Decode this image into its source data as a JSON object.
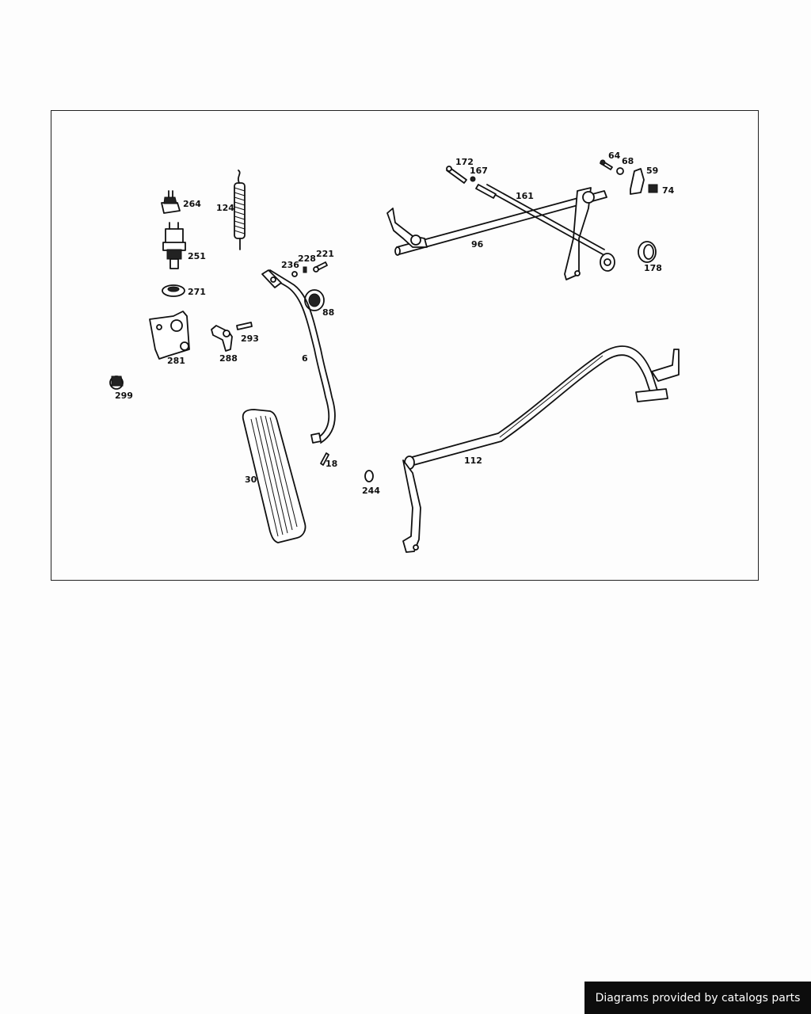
{
  "diagram": {
    "parts": [
      {
        "id": "p172",
        "label": "172"
      },
      {
        "id": "p167",
        "label": "167"
      },
      {
        "id": "p161",
        "label": "161"
      },
      {
        "id": "p96",
        "label": "96"
      },
      {
        "id": "p64",
        "label": "64"
      },
      {
        "id": "p68",
        "label": "68"
      },
      {
        "id": "p59",
        "label": "59"
      },
      {
        "id": "p74",
        "label": "74"
      },
      {
        "id": "p178",
        "label": "178"
      },
      {
        "id": "p264",
        "label": "264"
      },
      {
        "id": "p251",
        "label": "251"
      },
      {
        "id": "p271",
        "label": "271"
      },
      {
        "id": "p124",
        "label": "124"
      },
      {
        "id": "p236",
        "label": "236"
      },
      {
        "id": "p228",
        "label": "228"
      },
      {
        "id": "p221",
        "label": "221"
      },
      {
        "id": "p88",
        "label": "88"
      },
      {
        "id": "p281",
        "label": "281"
      },
      {
        "id": "p288",
        "label": "288"
      },
      {
        "id": "p293",
        "label": "293"
      },
      {
        "id": "p6",
        "label": "6"
      },
      {
        "id": "p299",
        "label": "299"
      },
      {
        "id": "p18",
        "label": "18"
      },
      {
        "id": "p30",
        "label": "30"
      },
      {
        "id": "p244",
        "label": "244"
      },
      {
        "id": "p112",
        "label": "112"
      }
    ]
  },
  "footer": {
    "credit": "Diagrams provided by catalogs parts"
  }
}
